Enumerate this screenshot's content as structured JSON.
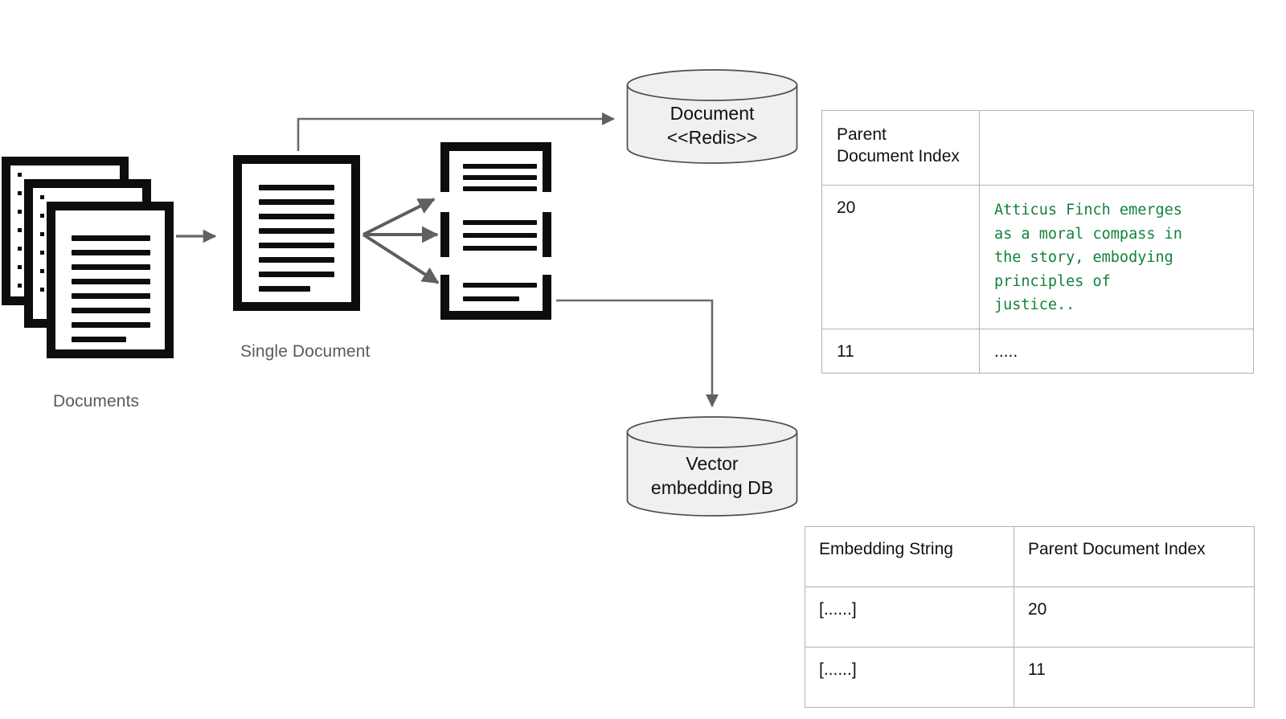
{
  "diagram": {
    "title": "Parent document retriever indexing pipeline",
    "colors": {
      "icon_black": "#0d0d0d",
      "label_gray": "#5b5b5b",
      "arrow_gray": "#666666",
      "cylinder_fill": "#f0f0f0",
      "cylinder_stroke": "#4d4d4d",
      "table_border": "#b2b2b2",
      "code_green": "#12823c"
    },
    "nodes": {
      "documents_label": "Documents",
      "single_document_label": "Single Document",
      "redis_line1": "Document",
      "redis_line2": "<<Redis>>",
      "vector_line1": "Vector",
      "vector_line2": "embedding DB"
    }
  },
  "parent_document_table": {
    "name": "Parent Document Index table",
    "headers": [
      "Parent\nDocument Index",
      ""
    ],
    "header_line1": "Parent",
    "header_line2": "Document Index",
    "header_col2": "",
    "rows": [
      {
        "index": "20",
        "text": "Atticus Finch emerges\nas a moral compass in\nthe story, embodying\nprinciples of\njustice.."
      },
      {
        "index": "11",
        "text": "....."
      }
    ]
  },
  "embedding_table": {
    "name": "Embedding String table",
    "headers": [
      "Embedding String",
      "Parent Document Index"
    ],
    "rows": [
      {
        "embedding": "[......]",
        "parent_index": "20"
      },
      {
        "embedding": "[......]",
        "parent_index": "11"
      }
    ]
  }
}
